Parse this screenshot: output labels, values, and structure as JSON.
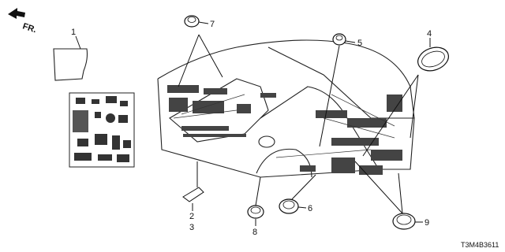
{
  "diagram": {
    "direction_label": "FR.",
    "diagram_code": "T3M4B3611",
    "callouts": {
      "c1": "1",
      "c2": "2",
      "c3": "3",
      "c4": "4",
      "c5": "5",
      "c6": "6",
      "c7": "7",
      "c8": "8",
      "c9": "9"
    }
  }
}
